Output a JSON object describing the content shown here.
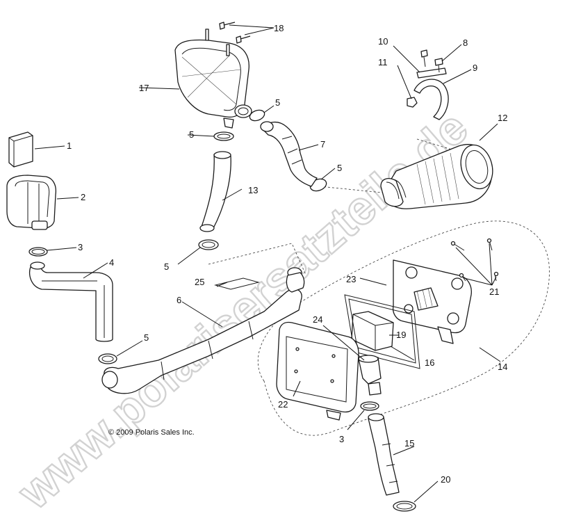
{
  "watermark": "www.polarisersatzteile.de",
  "copyright": "© 2009 Polaris Sales Inc.",
  "callouts": [
    "1",
    "2",
    "3",
    "4",
    "5",
    "5",
    "5",
    "5",
    "5",
    "6",
    "7",
    "8",
    "9",
    "10",
    "11",
    "12",
    "13",
    "14",
    "15",
    "16",
    "17",
    "18",
    "19",
    "20",
    "21",
    "22",
    "23",
    "24",
    "25",
    "3"
  ]
}
